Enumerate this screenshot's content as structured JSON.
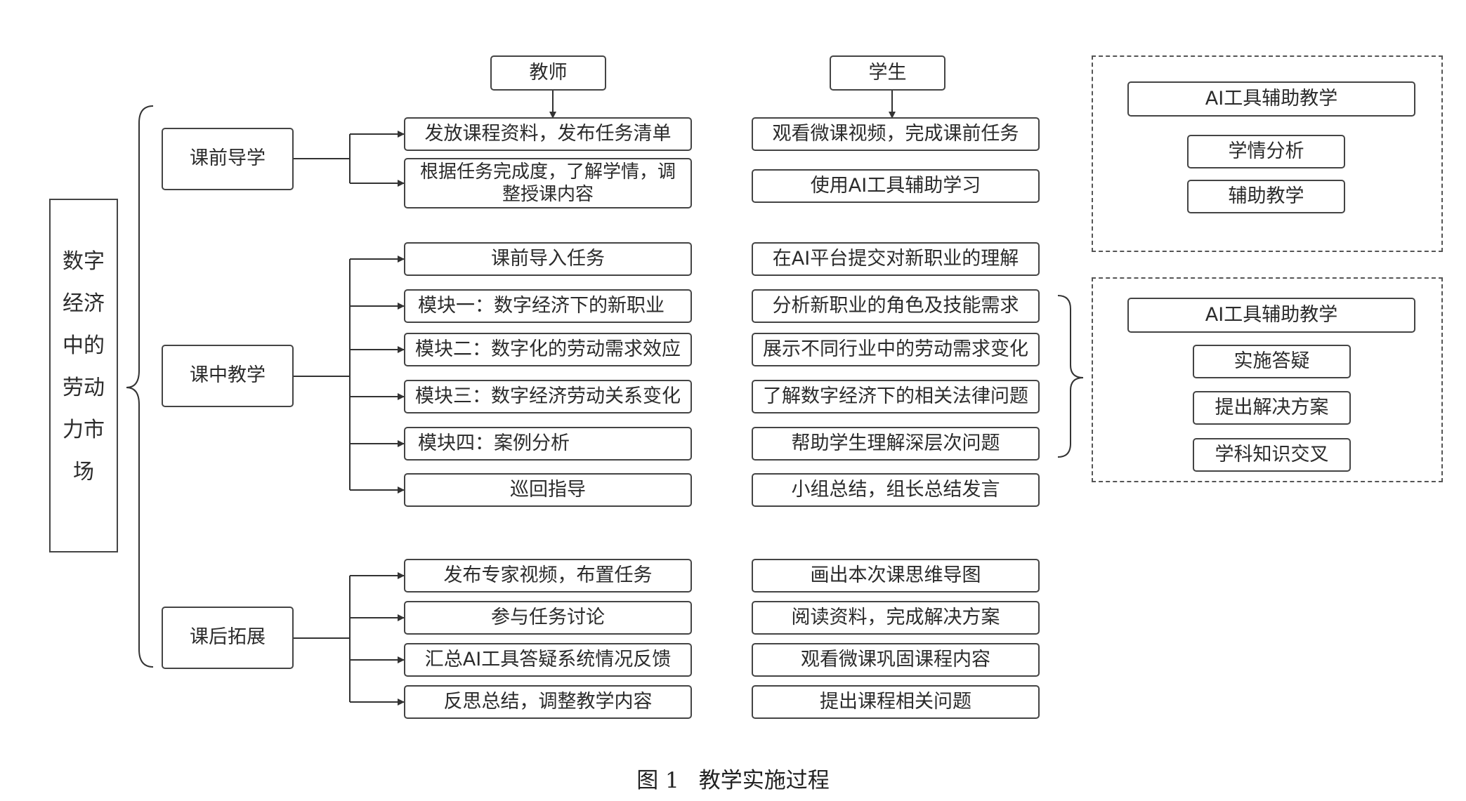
{
  "title_vertical": [
    "数字",
    "经济",
    "中的",
    "劳动",
    "力市",
    "场"
  ],
  "headers": {
    "teacher": "教师",
    "student": "学生"
  },
  "stages": [
    {
      "name": "课前导学",
      "teacher": [
        "发放课程资料，发布任务清单",
        "根据任务完成度，了解学情，调整授课内容"
      ],
      "student": [
        "观看微课视频，完成课前任务",
        "使用AI工具辅助学习"
      ]
    },
    {
      "name": "课中教学",
      "teacher": [
        "课前导入任务",
        "模块一：数字经济下的新职业",
        "模块二：数字化的劳动需求效应",
        "模块三：数字经济劳动关系变化",
        "模块四：案例分析",
        "巡回指导"
      ],
      "student": [
        "在AI平台提交对新职业的理解",
        "分析新职业的角色及技能需求",
        "展示不同行业中的劳动需求变化",
        "了解数字经济下的相关法律问题",
        "帮助学生理解深层次问题",
        "小组总结，组长总结发言"
      ]
    },
    {
      "name": "课后拓展",
      "teacher": [
        "发布专家视频，布置任务",
        "参与任务讨论",
        "汇总AI工具答疑系统情况反馈",
        "反思总结，调整教学内容"
      ],
      "student": [
        "画出本次课思维导图",
        "阅读资料，完成解决方案",
        "观看微课巩固课程内容",
        "提出课程相关问题"
      ]
    }
  ],
  "ai_panels": [
    {
      "title": "AI工具辅助教学",
      "items": [
        "学情分析",
        "辅助教学"
      ]
    },
    {
      "title": "AI工具辅助教学",
      "items": [
        "实施答疑",
        "提出解决方案",
        "学科知识交叉"
      ]
    }
  ],
  "caption": {
    "figure": "图 1",
    "text": "教学实施过程"
  }
}
